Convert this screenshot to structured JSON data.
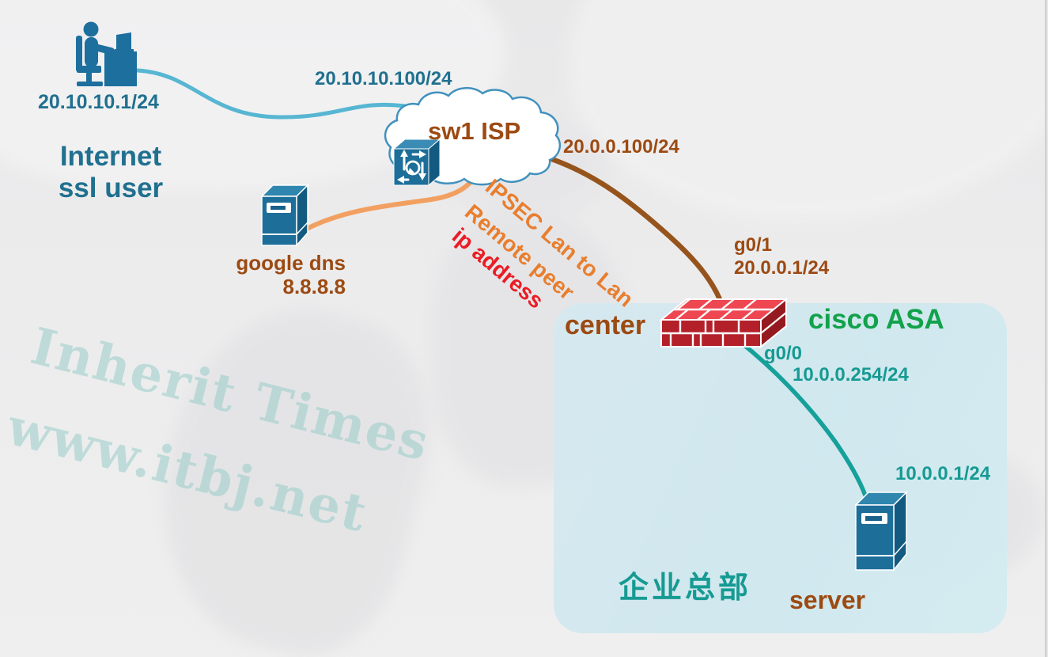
{
  "diagram": {
    "internet_user": {
      "ip": "20.10.10.1/24",
      "label_line1": "Internet",
      "label_line2": "ssl user"
    },
    "isp": {
      "cloud_label": "sw1 ISP",
      "uplink_ip": "20.10.10.100/24",
      "wan_ip": "20.0.0.100/24"
    },
    "google_dns": {
      "label": "google dns",
      "ip": "8.8.8.8"
    },
    "ipsec_annotation": {
      "line1": "IPSEC Lan to Lan",
      "line2": "Remote peer",
      "line3": "ip address"
    },
    "asa": {
      "name": "center",
      "model": "cisco ASA",
      "outside_if": "g0/1",
      "outside_ip": "20.0.0.1/24",
      "inside_if": "g0/0",
      "inside_ip": "10.0.0.254/24"
    },
    "hq": {
      "label": "企业总部"
    },
    "server": {
      "label": "server",
      "ip": "10.0.0.1/24"
    },
    "watermark": {
      "line1": "Inherit Times",
      "line2": "www.itbj.net"
    },
    "colors": {
      "device_blue": "#1d6f9e",
      "link_blue": "#57b6d2",
      "link_orange": "#f2a061",
      "link_brown": "#96541d",
      "link_teal": "#16a09a",
      "text_teal_blue": "#20708f",
      "text_brown": "#9c4a12",
      "text_teal": "#169a93",
      "text_green": "#12a24b",
      "text_orange": "#e87e2e",
      "text_red": "#ea1c24",
      "firewall_red": "#b3202a",
      "hq_box_fill": "#d2e8ee"
    }
  }
}
